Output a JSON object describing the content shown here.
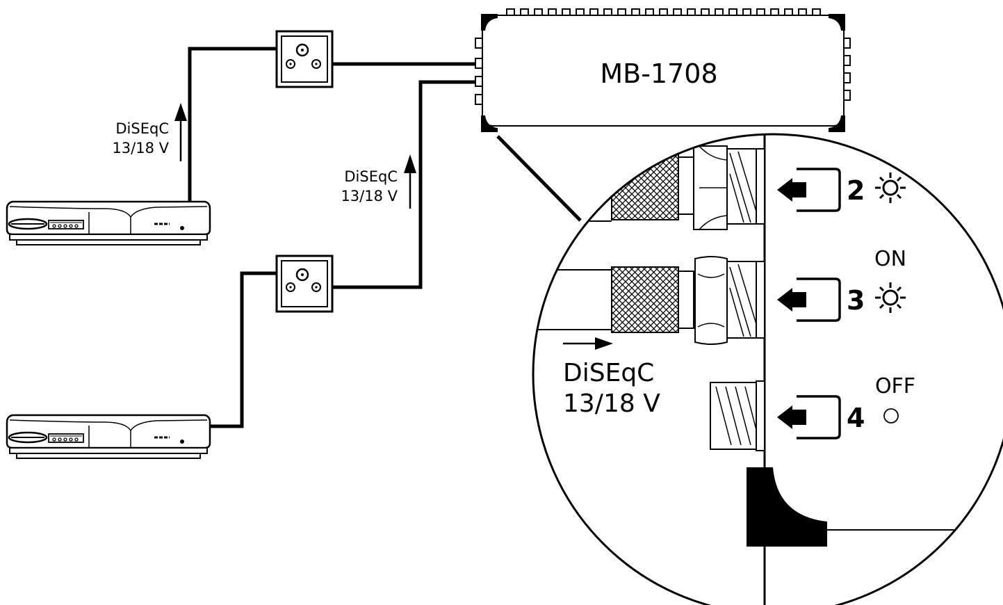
{
  "multiswitch": {
    "model": "MB-1708"
  },
  "receiver_top_signal": {
    "protocol": "DiSEqC",
    "voltage": "13/18 V"
  },
  "receiver_bottom_signal": {
    "protocol": "DiSEqC",
    "voltage": "13/18 V"
  },
  "detail": {
    "signal": {
      "protocol": "DiSEqC",
      "voltage": "13/18 V"
    },
    "ports": [
      {
        "number": "2",
        "state": "",
        "indicator": "sun-icon"
      },
      {
        "number": "3",
        "state": "ON",
        "indicator": "sun-icon"
      },
      {
        "number": "4",
        "state": "OFF",
        "indicator": "circle-icon"
      }
    ]
  }
}
